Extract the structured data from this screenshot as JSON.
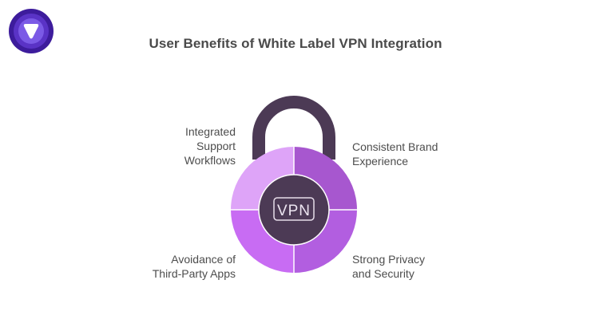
{
  "title": "User Benefits of White Label VPN Integration",
  "logo": {
    "icon": "shield-play-logo-icon",
    "colors": [
      "#3d1c9c",
      "#5a33c6",
      "#7b5ae6",
      "#ffffff"
    ]
  },
  "center": {
    "label": "VPN"
  },
  "segments": [
    {
      "position": "top-left",
      "lines": [
        "Integrated",
        "Support",
        "Workflows"
      ],
      "color": "#dea4f8"
    },
    {
      "position": "top-right",
      "lines": [
        "Consistent Brand",
        "Experience"
      ],
      "color": "#a757cf"
    },
    {
      "position": "bottom-left",
      "lines": [
        "Avoidance of",
        "Third-Party Apps"
      ],
      "color": "#c86cf3"
    },
    {
      "position": "bottom-right",
      "lines": [
        "Strong Privacy",
        "and Security"
      ],
      "color": "#b25ee0"
    }
  ],
  "colors": {
    "shackle": "#4c3a55",
    "center": "#4c3a55",
    "divider": "#ffffff",
    "text": "#4d4d4d"
  }
}
